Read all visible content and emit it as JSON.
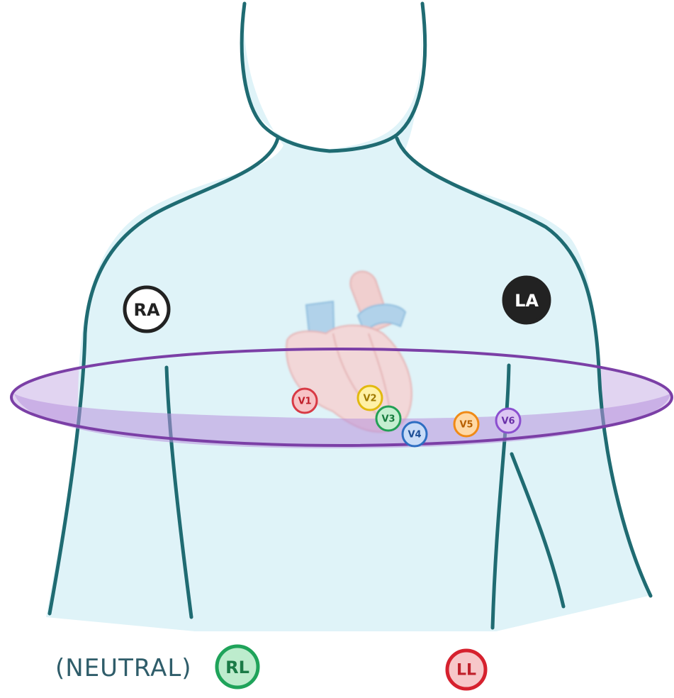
{
  "colors": {
    "skin_fill": "#dff3f8",
    "outline": "#1f6b72",
    "plane_fill": "#b89ad9",
    "plane_stroke": "#7b3fa6",
    "heart": "#f3b9b8",
    "vessel": "#9cc6e4"
  },
  "limb_leads": {
    "ra": {
      "label": "RA",
      "color": "#ffffff",
      "text_color": "#222222",
      "border": "#222222"
    },
    "la": {
      "label": "LA",
      "color": "#222222",
      "text_color": "#ffffff",
      "border": "#222222"
    },
    "rl": {
      "label": "RL",
      "color": "#bdeccd",
      "text_color": "#1a7a46",
      "border": "#1fa35a",
      "note": "(NEUTRAL)"
    },
    "ll": {
      "label": "LL",
      "color": "#f7c7c9",
      "text_color": "#c0202b",
      "border": "#d6212e"
    }
  },
  "precordial_leads": [
    {
      "label": "V1",
      "color": "#f7c3c6",
      "border": "#d83a45",
      "text_color": "#c0202b"
    },
    {
      "label": "V2",
      "color": "#fff1a6",
      "border": "#e2b90f",
      "text_color": "#a07a00"
    },
    {
      "label": "V3",
      "color": "#c4efd0",
      "border": "#22a055",
      "text_color": "#157a3c"
    },
    {
      "label": "V4",
      "color": "#c9dcf7",
      "border": "#2d6ec2",
      "text_color": "#1d4f96"
    },
    {
      "label": "V5",
      "color": "#ffd9a6",
      "border": "#f08a16",
      "text_color": "#b75f00"
    },
    {
      "label": "V6",
      "color": "#dcc6f2",
      "border": "#8b4fcf",
      "text_color": "#6a2fa8"
    }
  ]
}
